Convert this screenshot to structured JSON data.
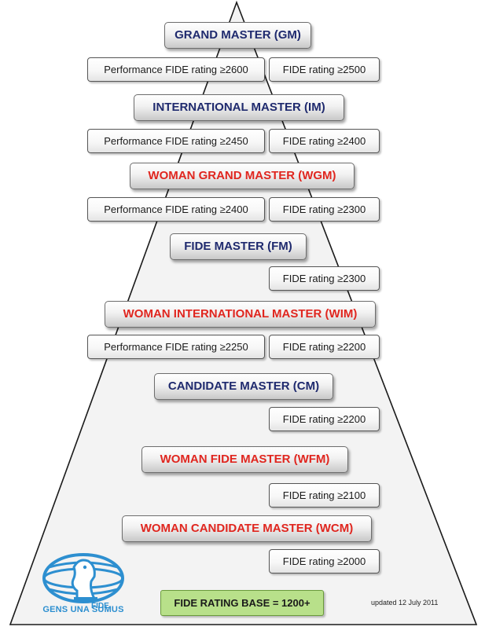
{
  "titles": {
    "gm": "GRAND MASTER (GM)",
    "im": "INTERNATIONAL MASTER (IM)",
    "wgm": "WOMAN GRAND MASTER (WGM)",
    "fm": "FIDE MASTER (FM)",
    "wim": "WOMAN INTERNATIONAL MASTER (WIM)",
    "cm": "CANDIDATE MASTER (CM)",
    "wfm": "WOMAN FIDE MASTER (WFM)",
    "wcm": "WOMAN CANDIDATE MASTER (WCM)"
  },
  "requirements": {
    "gm_performance": "Performance FIDE rating ≥2600",
    "gm_rating": "FIDE rating ≥2500",
    "im_performance": "Performance FIDE rating ≥2450",
    "im_rating": "FIDE rating ≥2400",
    "wgm_performance": "Performance FIDE rating ≥2400",
    "wgm_rating": "FIDE rating ≥2300",
    "fm_rating": "FIDE rating ≥2300",
    "wim_performance": "Performance FIDE rating ≥2250",
    "wim_rating": "FIDE rating ≥2200",
    "cm_rating": "FIDE rating ≥2200",
    "wfm_rating": "FIDE rating ≥2100",
    "wcm_rating": "FIDE rating ≥2000"
  },
  "base": "FIDE RATING BASE = 1200+",
  "updated": "updated 12 July 2011",
  "logo": {
    "text": "FIDE",
    "motto": "GENS UNA SUMUS",
    "icon": "chess-knight-globe-icon",
    "color": "#2d8fd0"
  },
  "colors": {
    "blue_title": "#1f2a6e",
    "red_title": "#e0261f",
    "base_fill": "#b8e08a",
    "pyramid_fill": "#f3f3f3"
  }
}
